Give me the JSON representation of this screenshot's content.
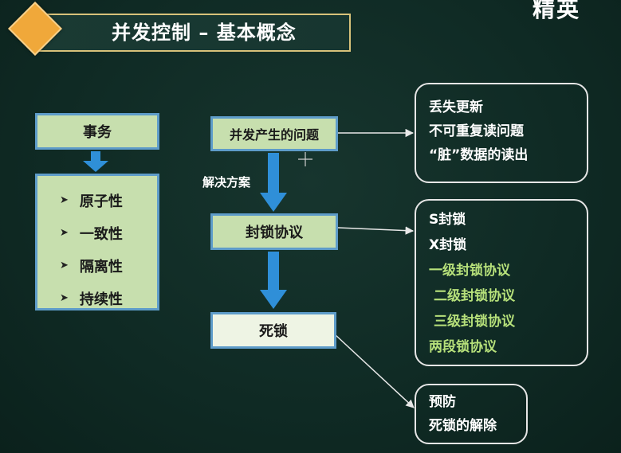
{
  "title": "并发控制 – 基本概念",
  "logo_fragment": "精英",
  "transaction": {
    "header": "事务",
    "properties": [
      "原子性",
      "一致性",
      "隔离性",
      "持续性"
    ]
  },
  "flow": {
    "problem": "并发产生的问题",
    "solution_label": "解决方案",
    "lock_protocol": "封锁协议",
    "deadlock": "死锁"
  },
  "problems": [
    "丢失更新",
    "不可重复读问题",
    "“脏”数据的读出"
  ],
  "locks": {
    "white_items": [
      "S封锁",
      "X封锁"
    ],
    "green_items": [
      "一级封锁协议",
      "二级封锁协议",
      "三级封锁协议",
      "两段锁协议"
    ]
  },
  "deadlock_handling": [
    "预防",
    "死锁的解除"
  ],
  "colors": {
    "background": "#0f2a24",
    "box_fill": "#c7dfae",
    "box_border": "#5e9cc9",
    "arrow_blue": "#2f8fd8",
    "diamond": "#f0a83a",
    "title_border": "#d8c27a",
    "highlight_text": "#b6e07a"
  },
  "icons": {
    "diamond": "diamond-icon",
    "bullet": "triangle-bullet-icon"
  }
}
